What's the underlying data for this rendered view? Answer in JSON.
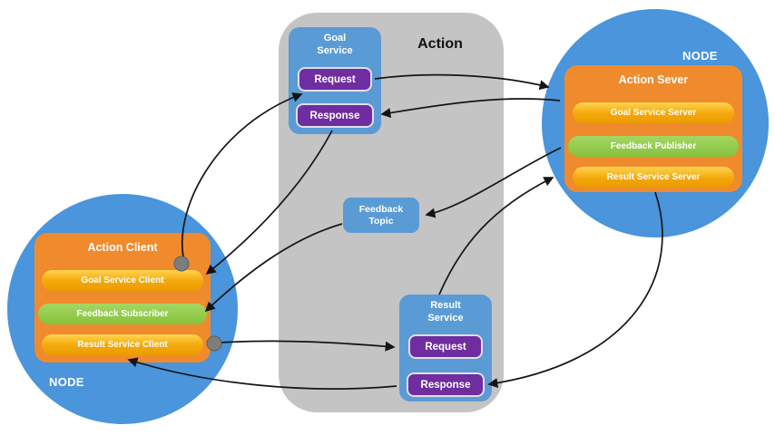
{
  "diagram": {
    "panel": {
      "label": "Action"
    },
    "right_node": {
      "label": "NODE",
      "server": {
        "title": "Action Sever",
        "items": [
          {
            "label": "Goal Service Server"
          },
          {
            "label": "Feedback Publisher"
          },
          {
            "label": "Result Service Server"
          }
        ]
      }
    },
    "left_node": {
      "label": "NODE",
      "client": {
        "title": "Action Client",
        "items": [
          {
            "label": "Goal Service Client"
          },
          {
            "label": "Feedback Subscriber"
          },
          {
            "label": "Result Service Client"
          }
        ]
      }
    },
    "goal_service": {
      "title": "Goal Service",
      "request": "Request",
      "response": "Response"
    },
    "result_service": {
      "title": "Result Service",
      "request": "Request",
      "response": "Response"
    },
    "feedback_topic": {
      "title": "Feedback Topic"
    },
    "colors": {
      "node_blue": "#4a95db",
      "service_blue": "#5b9bd5",
      "panel_gray": "#c4c4c4",
      "orange": "#ef8b2d",
      "pill_yellow": "#f3a70a",
      "pill_green": "#86c23c",
      "purple": "#6f2da0",
      "arrow_black": "#141414"
    }
  }
}
